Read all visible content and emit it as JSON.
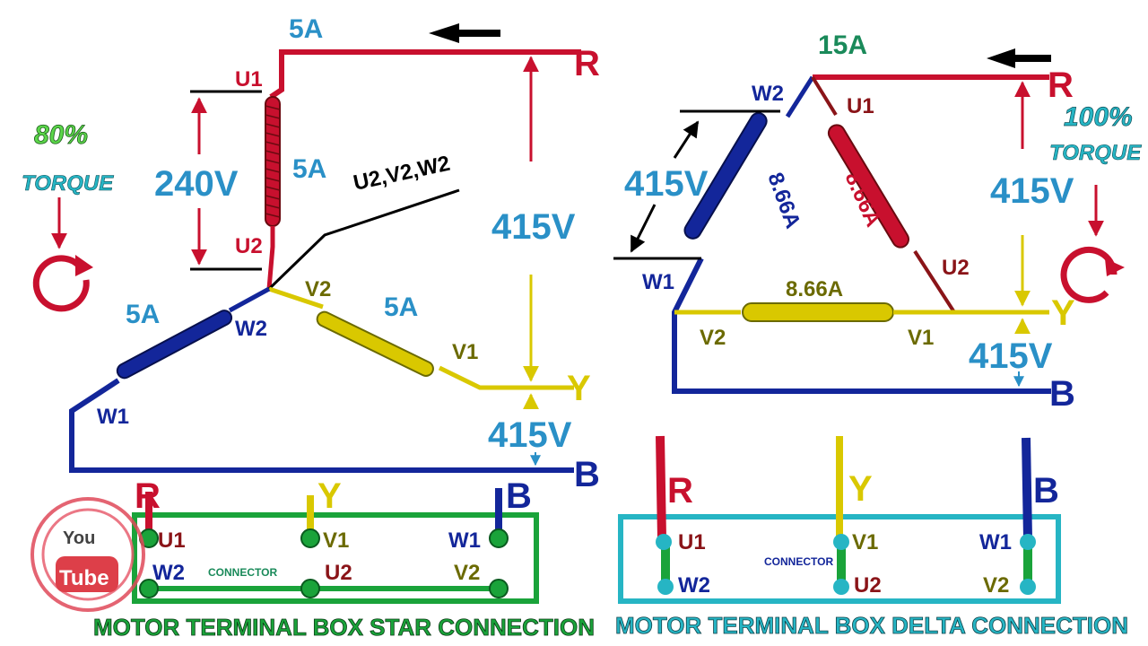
{
  "colors": {
    "red": "#c8102e",
    "yellow": "#d9c800",
    "blue": "#13269a",
    "black": "#000000",
    "green": "#1aa33a",
    "teal": "#26b5c4",
    "text_blue": "#2a90c7",
    "text_navy": "#1a2a8a",
    "lime": "#5cd64a",
    "dark_red": "#8a1418",
    "olive": "#6b6a00",
    "dark_green": "#1a8a5a"
  },
  "star": {
    "current_top": "5A",
    "voltage_phase": "240V",
    "voltage_line": "415V",
    "voltage_bottom": "415V",
    "coil_u_current": "5A",
    "coil_v_current": "5A",
    "coil_w_current": "5A",
    "star_point": "U2,V2,W2",
    "term_u1": "U1",
    "term_u2": "U2",
    "term_v1": "V1",
    "term_v2": "V2",
    "term_w1": "W1",
    "term_w2": "W2",
    "phase_r": "R",
    "phase_y": "Y",
    "phase_b": "B",
    "torque_pct": "80%",
    "torque_word": "TORQUE",
    "box": {
      "r": "R",
      "y": "Y",
      "b": "B",
      "u1": "U1",
      "v1": "V1",
      "w1": "W1",
      "w2": "W2",
      "u2": "U2",
      "v2": "V2",
      "connector": "CONNECTOR",
      "title": "MOTOR TERMINAL BOX STAR CONNECTION"
    }
  },
  "delta": {
    "current_top": "15A",
    "voltage_left": "415V",
    "voltage_right": "415V",
    "voltage_bottom": "415V",
    "coil_w_current": "8.66A",
    "coil_u_current": "8.66A",
    "coil_v_current": "8.66A",
    "term_w2": "W2",
    "term_u1": "U1",
    "term_w1": "W1",
    "term_u2": "U2",
    "term_v2": "V2",
    "term_v1": "V1",
    "phase_r": "R",
    "phase_y": "Y",
    "phase_b": "B",
    "torque_pct": "100%",
    "torque_word": "TORQUE",
    "box": {
      "r": "R",
      "y": "Y",
      "b": "B",
      "u1": "U1",
      "v1": "V1",
      "w1": "W1",
      "w2": "W2",
      "u2": "U2",
      "v2": "V2",
      "connector": "CONNECTOR",
      "title": "MOTOR TERMINAL BOX DELTA CONNECTION"
    }
  },
  "watermark": {
    "icon": "youtube-logo-icon",
    "you": "You",
    "tube": "Tube"
  }
}
